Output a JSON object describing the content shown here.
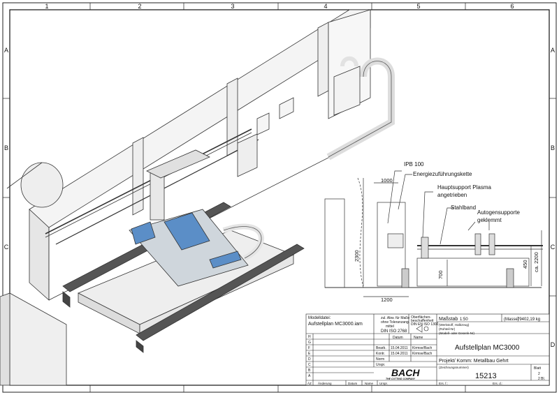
{
  "frame": {
    "columns": [
      "1",
      "2",
      "3",
      "4",
      "5",
      "6"
    ],
    "rows": [
      "A",
      "B",
      "C",
      "D"
    ]
  },
  "side_view": {
    "labels": {
      "ipb": "IPB 100",
      "energy": "Energiezuführungskette",
      "plasma1": "Hauptsupport Plasma",
      "plasma2": "angetrieben",
      "stahlband": "Stahlband",
      "auto1": "Autogensupporte",
      "auto2": "geklemmt"
    },
    "dims": {
      "d1000": "1000",
      "d2300": "2300",
      "d1200": "1200",
      "d700": "700",
      "d450": "450",
      "d2200": "ca. 2200"
    }
  },
  "title_block": {
    "modelldatei_label": "Modelldatei:",
    "modelldatei_value": "Aufstellplan MC3000.iam",
    "tolerance": [
      "zul. Abw. für Maße",
      "ohne Toleranzang.",
      "mittel"
    ],
    "iso": "DIN ISO 2768",
    "surface": [
      "Oberflächen-",
      "beschaffenheit",
      "DIN EN ISO 1302"
    ],
    "massstab_label": "Maßstab",
    "massstab_value": "1:50",
    "masse_label": "(Masse)",
    "masse_value": "79402,19 kg",
    "material_lines": [
      "(Werkstoff, Halbzeug)",
      "(Rohteil-Nr)",
      "(Modell- oder Gesenk-Nr)"
    ],
    "rev_letters": [
      "H",
      "G",
      "F",
      "E",
      "D",
      "C",
      "B",
      "A"
    ],
    "head_datum": "Datum",
    "head_name": "Name",
    "roles": [
      "Bearb.",
      "Kontr.",
      "Norm",
      "Urspr."
    ],
    "dates": [
      "15.04.2011",
      "15.04.2011"
    ],
    "names": [
      "Kirmse/Bach",
      "Kirmse/Bach"
    ],
    "main_title": "Aufstellplan MC3000",
    "project": "Projekt/ Komm: Metallbau Gehrt",
    "zeichnungsnr_label": "(Zeichnungsnummer)",
    "zeichnungsnr": "15213",
    "blatt_label": "Blatt",
    "blatt_value": "2",
    "blatt_of": "2 Bl.",
    "logo": "BACH",
    "logo_sub": "THE CUTTING COMPANY",
    "footer": [
      "ÄZ",
      "Änderung",
      "Datum",
      "Name",
      "Urspr.",
      "Ers. f.:",
      "Ers. d.:"
    ]
  }
}
